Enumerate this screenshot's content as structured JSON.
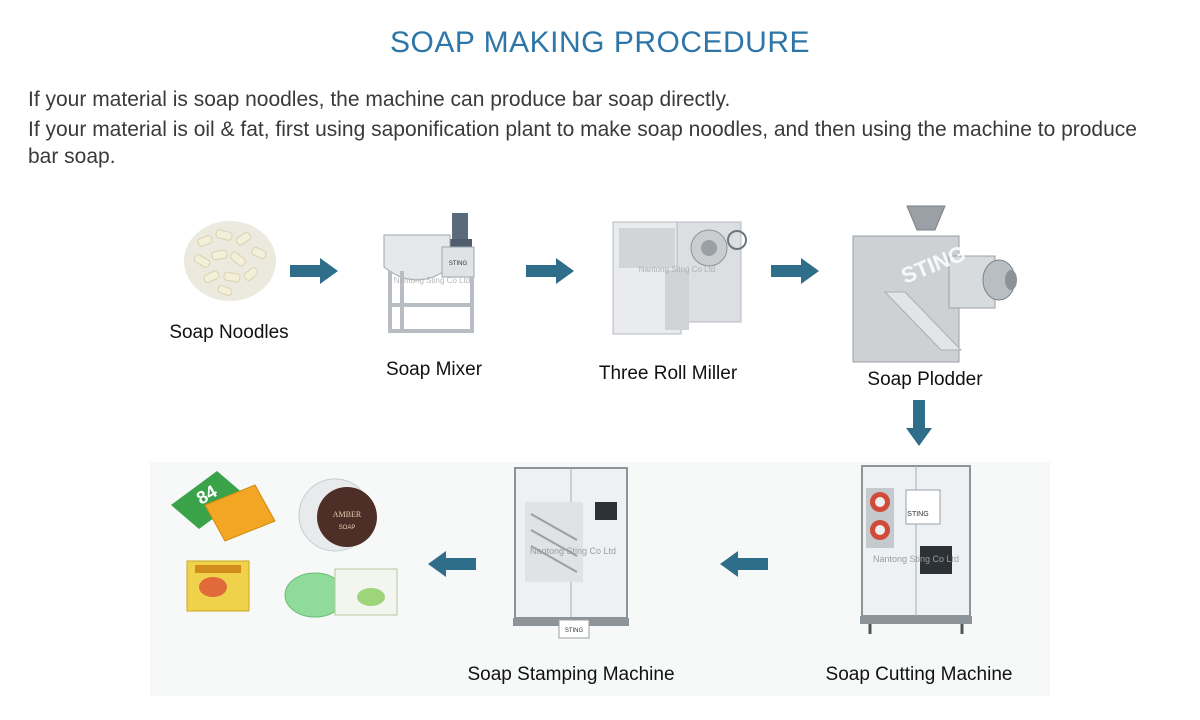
{
  "title": "SOAP MAKING PROCEDURE",
  "intro": [
    "If your material is soap noodles, the machine can produce bar soap directly.",
    "If your material is oil & fat, first using saponification plant to make soap noodles, and then using the machine to produce bar soap."
  ],
  "colors": {
    "title": "#2e75a8",
    "arrow": "#2f6e8a"
  },
  "steps": [
    {
      "label": "Soap Noodles",
      "icon": "soap-noodles-icon"
    },
    {
      "label": "Soap Mixer",
      "icon": "soap-mixer-icon",
      "brand": "STING",
      "watermark": "Nantong Sting Co Ltd"
    },
    {
      "label": "Three Roll Miller",
      "icon": "three-roll-miller-icon",
      "watermark": "Nantong Sting Co Ltd"
    },
    {
      "label": "Soap Plodder",
      "icon": "soap-plodder-icon",
      "brand": "STING"
    },
    {
      "label": "Soap Cutting Machine",
      "icon": "soap-cutting-machine-icon",
      "brand": "STING",
      "watermark": "Nantong Sting Co Ltd"
    },
    {
      "label": "Soap Stamping Machine",
      "icon": "soap-stamping-machine-icon",
      "brand": "STING",
      "watermark": "Nantong Sting Co Ltd"
    },
    {
      "label": "",
      "icon": "finished-bar-soaps-icon",
      "product_texts": [
        "84",
        "AMBER",
        "SOAP"
      ]
    }
  ]
}
